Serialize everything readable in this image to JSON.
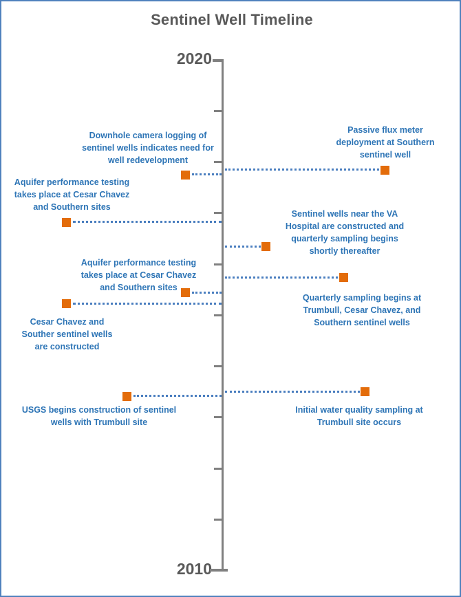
{
  "chart_data": {
    "type": "timeline",
    "title": "Sentinel Well Timeline",
    "axis": {
      "orientation": "vertical",
      "top_label": "2020",
      "bottom_label": "2010",
      "top_value": 2020,
      "bottom_value": 2010,
      "tick_interval_years": 1,
      "tick_count": 11
    },
    "events": [
      {
        "id": "passive-flux-deployment",
        "side": "right",
        "year_approx": 2017.8,
        "label": "Passive flux meter\ndeployment at Southern\nsentinel well"
      },
      {
        "id": "downhole-camera-logging",
        "side": "left",
        "year_approx": 2017.7,
        "label": "Downhole camera logging of\nsentinel wells indicates need for\nwell redevelopment"
      },
      {
        "id": "aquifer-testing-1",
        "side": "left",
        "year_approx": 2016.8,
        "label": "Aquifer performance testing\ntakes place at Cesar Chavez\nand Southern sites"
      },
      {
        "id": "va-hospital-wells",
        "side": "right",
        "year_approx": 2016.3,
        "label": "Sentinel wells near the VA\nHospital are constructed and\nquarterly sampling begins\nshortly thereafter"
      },
      {
        "id": "quarterly-sampling-begins",
        "side": "right",
        "year_approx": 2015.7,
        "label": "Quarterly sampling begins at\nTrumbull, Cesar Chavez, and\nSouthern sentinel wells"
      },
      {
        "id": "aquifer-testing-2",
        "side": "left",
        "year_approx": 2015.4,
        "label": "Aquifer performance testing\ntakes place at Cesar Chavez\nand Southern sites"
      },
      {
        "id": "cesar-chavez-constructed",
        "side": "left",
        "year_approx": 2015.2,
        "label": "Cesar Chavez and\nSouther sentinel wells\nare constructed"
      },
      {
        "id": "initial-water-quality",
        "side": "right",
        "year_approx": 2013.5,
        "label": "Initial water quality sampling at\nTrumbull site occurs"
      },
      {
        "id": "usgs-construction",
        "side": "left",
        "year_approx": 2013.4,
        "label": "USGS begins construction of sentinel\nwells with Trumbull site"
      }
    ],
    "colors": {
      "marker": "#e36c0a",
      "event_text": "#2e75b6",
      "leader_line": "#4a7ebf",
      "axis": "#808080",
      "title_text": "#595959",
      "page_border": "#4f81bd"
    },
    "legend": "none",
    "grid": "off"
  }
}
